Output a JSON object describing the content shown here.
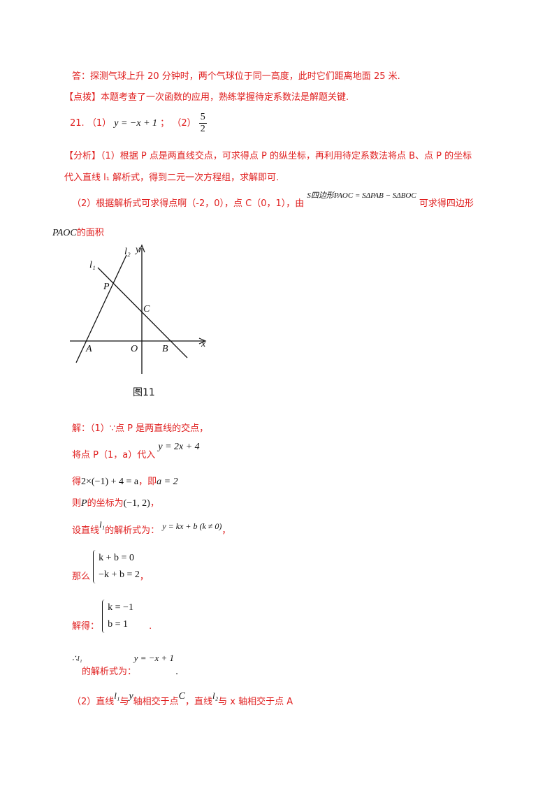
{
  "line_answer": "答：探测气球上升 20 分钟时，两个气球位于同一高度，此时它们距离地面 25 米.",
  "line_tip": "【点拨】本题考查了一次函数的应用，熟练掌握待定系数法是解题关键.",
  "q21": {
    "num": "21.",
    "p1_label": "（1）",
    "p1_expr": "y = −x + 1",
    "sep": "；",
    "p2_label": "（2）",
    "frac_num": "5",
    "frac_den": "2"
  },
  "analysis": {
    "line1": "【分析】（1）根据 P 点是两直线交点，可求得点 P 的纵坐标，再利用待定系数法将点 B、点 P 的坐标",
    "line2": "代入直线 l₁ 解析式，得到二元一次方程组，求解即可.",
    "line3_a": "（2）根据解析式可求得点啊（-2，0），点 C（0，1），由",
    "line3_formula": "S四边形PAOC = SΔPAB − SΔBOC",
    "line3_b": "可求得四边形",
    "line4_a": "PAOC",
    "line4_b": "的面积"
  },
  "figure": {
    "caption": "图11",
    "labels": {
      "l1": "l₁",
      "l2": "l₂",
      "y": "y",
      "x": "x",
      "P": "P",
      "C": "C",
      "A": "A",
      "O": "O",
      "B": "B"
    }
  },
  "solution": {
    "s1": "解：（1）∵点 P 是两直线的交点，",
    "s2_a": "将点 P（1，a）代入",
    "s2_expr": "y = 2x + 4",
    "s3_a": "得",
    "s3_expr": "2×(−1) + 4 = a",
    "s3_b": "，即",
    "s3_expr2": "a = 2",
    "s4_a": "则",
    "s4_P": "P",
    "s4_b": "的坐标为",
    "s4_expr": "(−1, 2)",
    "s4_c": "，",
    "s5_a": "设直线",
    "s5_l": "l₁",
    "s5_b": "的解析式为：",
    "s5_expr": "y = kx + b (k ≠ 0)",
    "s5_c": "，",
    "s6_a": "那么",
    "s6_row1": "k + b = 0",
    "s6_row2": "−k + b = 2",
    "s6_b": "，",
    "s7_a": "解得：",
    "s7_row1": "k = −1",
    "s7_row2": "b = 1",
    "s7_b": ".",
    "s8_a": "∴",
    "s8_l": "l₁",
    "s8_b": "的解析式为：",
    "s8_expr": "y = −x + 1",
    "s8_c": ".",
    "s9_a": "（2）直线",
    "s9_l1": "l₁",
    "s9_b": "与",
    "s9_y": "y",
    "s9_c": "轴相交于点",
    "s9_C": "C",
    "s9_d": "，直线",
    "s9_l2": "l₂",
    "s9_e": "与 x 轴相交于点 A"
  }
}
